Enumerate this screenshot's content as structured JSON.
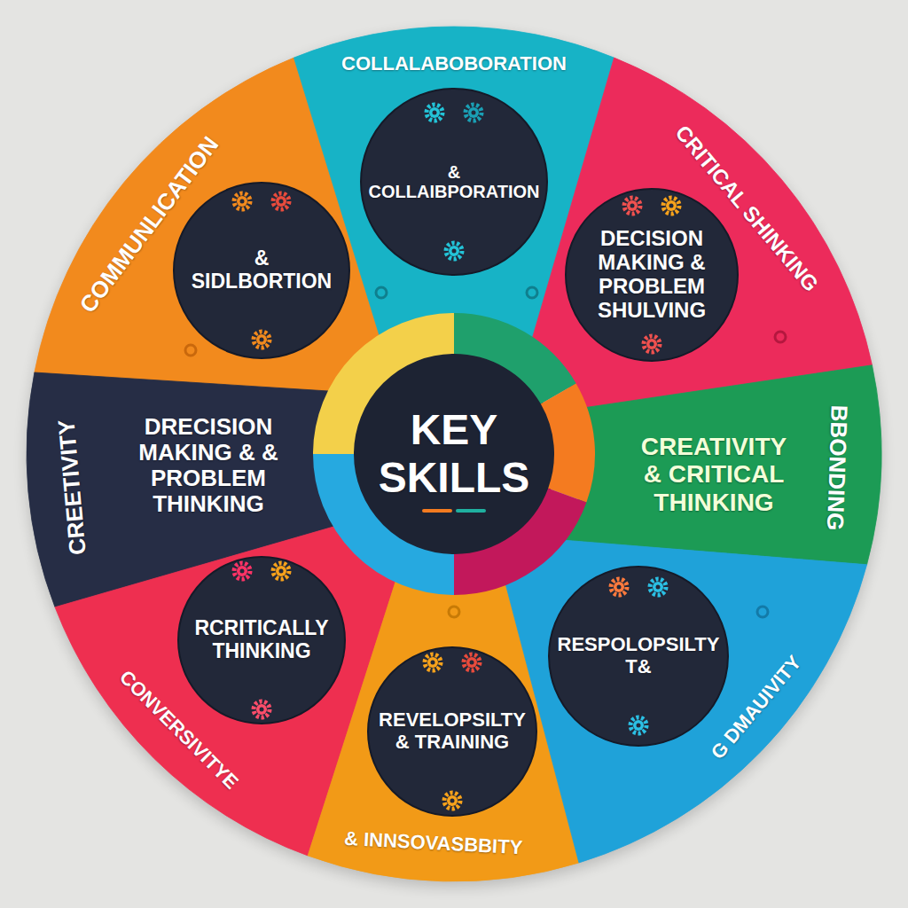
{
  "diagram": {
    "nodes": [
      {
        "text": [
          "COMMUNLICATION"
        ]
      },
      {
        "text": [
          "& SIDLBORTION"
        ],
        "in": 0
      },
      {
        "text": [
          "COLLALABOBORATION"
        ]
      },
      {
        "text": [
          "& COLLAIBPORATION"
        ],
        "in": 2
      },
      {
        "text": [
          "CRITICAL SHINKING"
        ]
      },
      {
        "text": [
          "DECISION MAKING & PROBLEM SHULVING"
        ],
        "in": 4
      },
      {
        "text": [
          "CREETIVITY",
          "DRECISION MAKING & & PROBLEM THINKING"
        ]
      },
      {
        "text": [
          "KEY SKILLS"
        ]
      },
      {
        "text": [
          "BBONDING",
          "CREATIVITY & CRITICAL THINKING"
        ]
      },
      {
        "text": [
          "CONVERSIVITYE"
        ]
      },
      {
        "text": [
          "RCRITICALLY THINKING"
        ],
        "in": 9
      },
      {
        "text": [
          "& INNSOVASBBITY"
        ]
      },
      {
        "text": [
          "REVELOPSILTY & TRAINING"
        ],
        "in": 11
      },
      {
        "text": [
          "G DMAUIVITY"
        ]
      },
      {
        "text": [
          "RESPOLOPSILTY T&"
        ],
        "in": 13
      }
    ]
  }
}
